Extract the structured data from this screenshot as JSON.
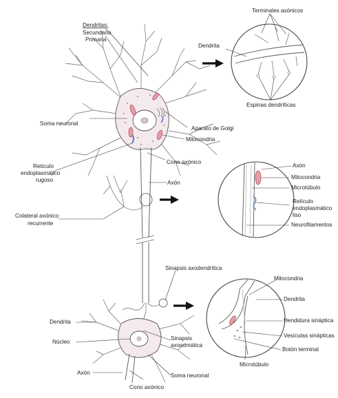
{
  "colors": {
    "cell_fill": "#f4e9ec",
    "mito": "#e6a0a8",
    "er": "#4a72b8",
    "outline": "#555555"
  },
  "labels": {
    "dendritas": "Dendritas:",
    "secundaria": "Secundaria",
    "primaria": "Primaria",
    "soma_neuronal": "Soma neuronal",
    "aparato_golgi": "Aparato de Golgi",
    "mitocondria": "Mitocondria",
    "reticulo_1": "Retículo",
    "reticulo_2": "endoplasmático",
    "reticulo_3": "rugoso",
    "cono_axonico": "Cono axónico",
    "axon": "Axón",
    "colateral_1": "Colateral axónico",
    "colateral_2": "recurrente",
    "sinapsis_axodendritica": "Sinapsis axodendrítica",
    "sinapsis_axosomatica_1": "Sinapsis",
    "sinapsis_axosomatica_2": "axosomática",
    "dendrita_bottom": "Dendrita",
    "nucleo": "Núcleo",
    "axon_bottom": "Axón",
    "soma_neuronal_bottom": "Soma neuronal",
    "cono_axonico_bottom": "Cono axónico"
  },
  "inset_top": {
    "terminales": "Terminales axónicos",
    "dendrita": "Dendrita",
    "espinas": "Espinas dendríticas"
  },
  "inset_middle": {
    "axon": "Axón",
    "mitocondria": "Mitocondria",
    "microtubulo": "Microtúbulo",
    "reticulo_liso_1": "Retículo",
    "reticulo_liso_2": "endoplasmático",
    "reticulo_liso_3": "liso",
    "neurofilamentos": "Neurofilamentos"
  },
  "inset_bottom": {
    "mitocondria": "Mitocondria",
    "dendrita": "Dendrita",
    "hendidura": "Hendidura sináptica",
    "vesiculas": "Vesículas sinápticas",
    "boton": "Botón terminal",
    "microtubulo": "Microtúbulo"
  }
}
